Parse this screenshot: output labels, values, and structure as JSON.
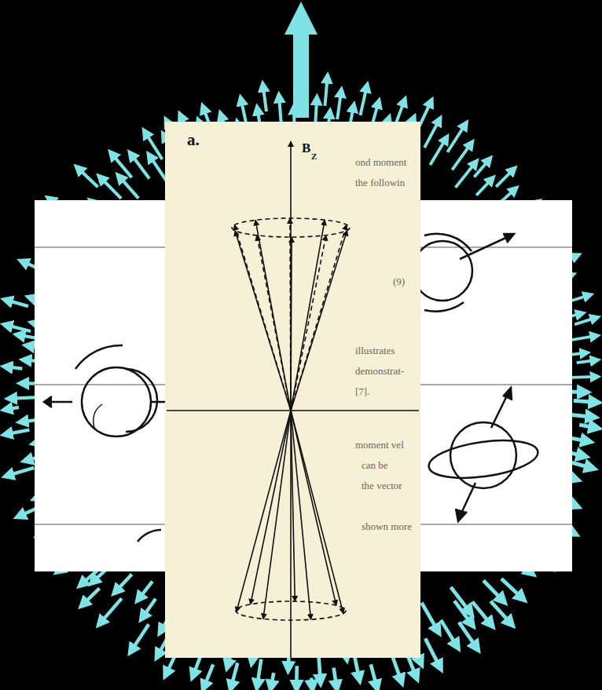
{
  "diagram": {
    "labels": [
      "a.",
      "B",
      "Z",
      "ond moment",
      "the followin",
      "(9)",
      "illustrates",
      "demonstrat-",
      "[7].",
      "moment vel",
      "can be",
      "the vector",
      "shown more"
    ]
  }
}
